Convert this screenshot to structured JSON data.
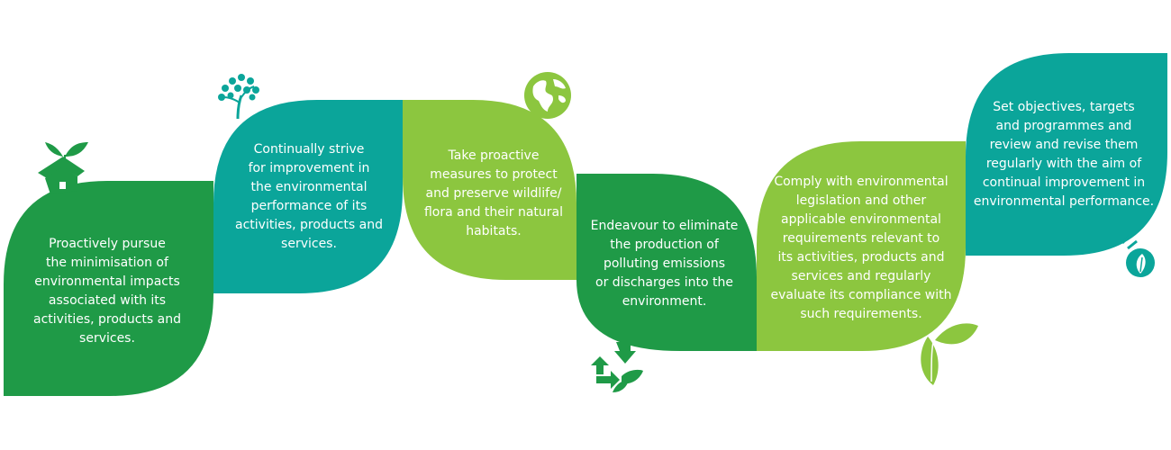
{
  "colors": {
    "dark_green": "#1F9A47",
    "teal": "#0BA59A",
    "light_green": "#8CC63F",
    "green_mid": "#2EA84A"
  },
  "steps": [
    {
      "text": "Proactively pursue\nthe minimisation of\nenvironmental impacts\nassociated with its\nactivities, products and\nservices.",
      "icon": "house-with-leaves-icon"
    },
    {
      "text": "Continually strive\nfor improvement in\nthe environmental\nperformance of its\nactivities, products and\nservices.",
      "icon": "tree-icon"
    },
    {
      "text": "Take proactive\nmeasures to protect\nand preserve wildlife/\nflora and their natural\nhabitats.",
      "icon": "globe-icon"
    },
    {
      "text": "Endeavour to eliminate\nthe production of\npolluting emissions\nor discharges into the\nenvironment.",
      "icon": "recycle-icon"
    },
    {
      "text": "Comply with environmental\nlegislation and other\napplicable environmental\nrequirements relevant to\nits activities, products and\nservices and regularly\nevaluate its compliance with\nsuch requirements.",
      "icon": "leaves-icon"
    },
    {
      "text": "Set objectives, targets\nand programmes and\nreview and revise them\nregularly with the aim of\ncontinual improvement in\nenvironmental performance.",
      "icon": "light-bulb-leaf-icon"
    }
  ]
}
